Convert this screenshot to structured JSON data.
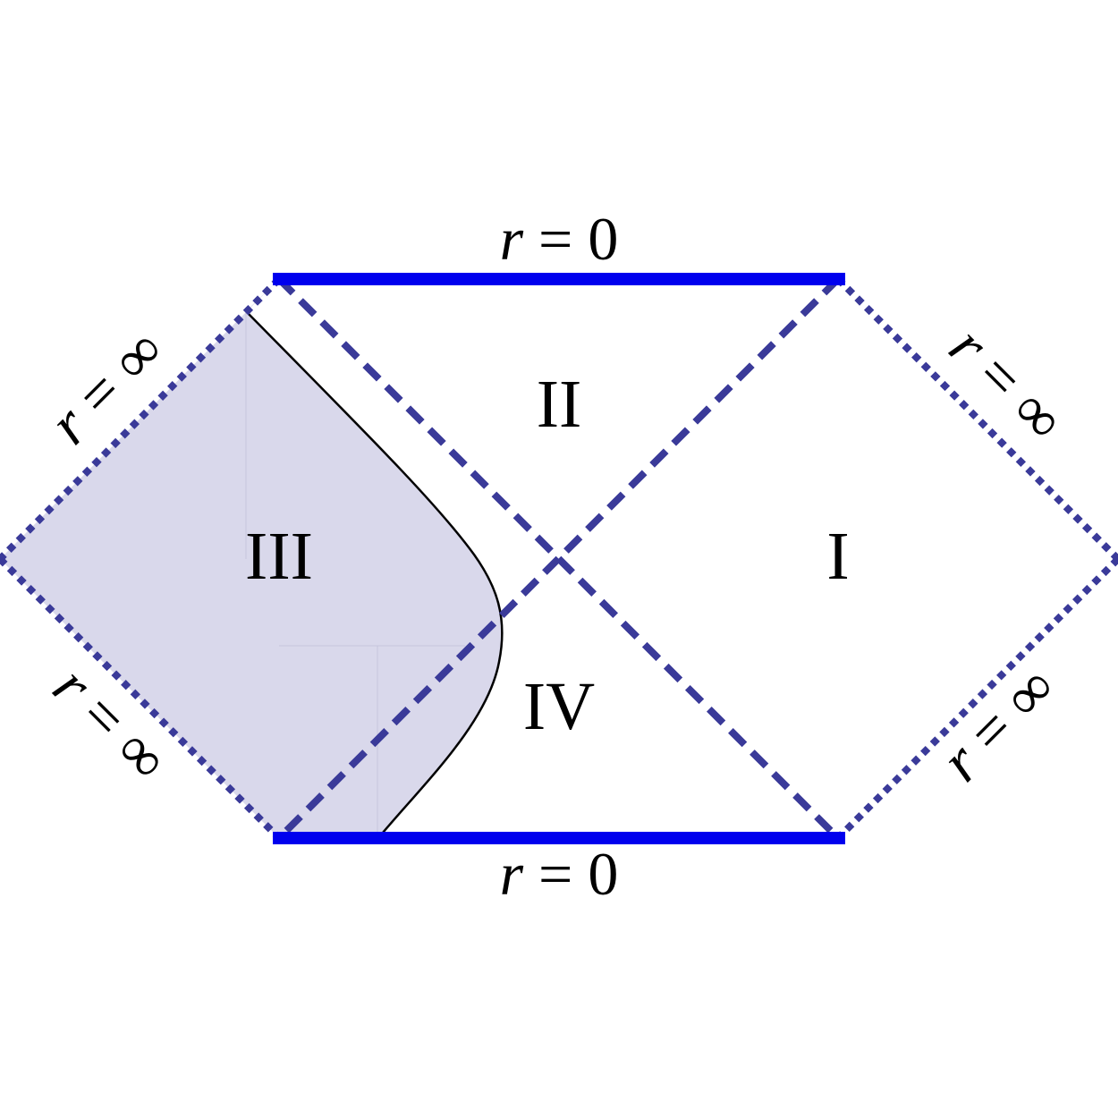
{
  "diagram": {
    "regions": {
      "I": "I",
      "II": "II",
      "III": "III",
      "IV": "IV"
    },
    "singularity": {
      "top": {
        "var": "r",
        "rest": " = 0"
      },
      "bottom": {
        "var": "r",
        "rest": " = 0"
      }
    },
    "infinity": {
      "upper_left": {
        "var": "r",
        "rest": " = ∞"
      },
      "lower_left": {
        "var": "r",
        "rest": " = ∞"
      },
      "upper_right": {
        "var": "r",
        "rest": " = ∞"
      },
      "lower_right": {
        "var": "r",
        "rest": " = ∞"
      }
    },
    "colors": {
      "singularity": "#0000ee",
      "horizon": "#3a3a99",
      "shaded_region": "#d9d8eb",
      "worldline": "#000000"
    }
  }
}
